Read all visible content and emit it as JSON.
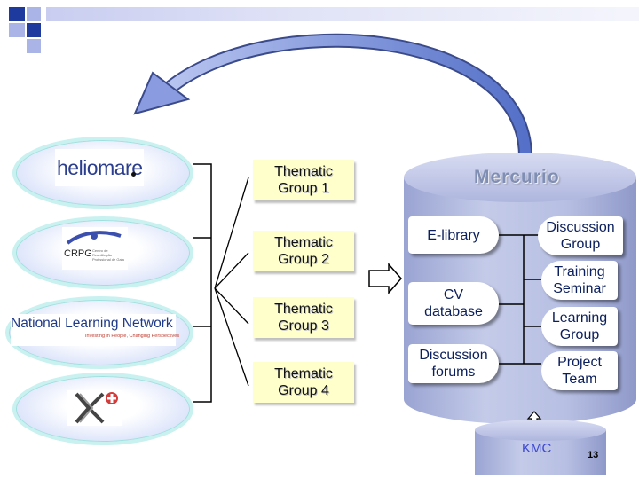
{
  "logos": {
    "heliomare": "heliomare",
    "crpg": "CRPG",
    "crpg_sub": "Centro de Reabilitação Profissional de Gaia",
    "nln_title": "National Learning Network",
    "nln_tagline": "Investing in People, Changing Perspectives",
    "kmc_logo_icon": "k-cross-logo-icon"
  },
  "thematic_groups": [
    {
      "label": "Thematic\nGroup 1"
    },
    {
      "label": "Thematic\nGroup 2"
    },
    {
      "label": "Thematic\nGroup 3"
    },
    {
      "label": "Thematic\nGroup 4"
    }
  ],
  "mercurio": {
    "title": "Mercurio",
    "left_items": [
      {
        "label": "E-library"
      },
      {
        "label": "CV\ndatabase"
      },
      {
        "label": "Discussion\nforums"
      }
    ],
    "right_items": [
      {
        "label": "Discussion\nGroup"
      },
      {
        "label": "Training\nSeminar"
      },
      {
        "label": "Learning\nGroup"
      },
      {
        "label": "Project\nTeam"
      }
    ]
  },
  "kmc": {
    "label": "KMC"
  },
  "page_number": "13",
  "colors": {
    "accent_dark": "#1f3a9e",
    "thematic_box": "#ffffcc",
    "cylinder": "#b4bde0",
    "oval_border": "#c8f1f0",
    "mercurio_title": "#7f8eb2",
    "kmc_text": "#3b47d6"
  }
}
